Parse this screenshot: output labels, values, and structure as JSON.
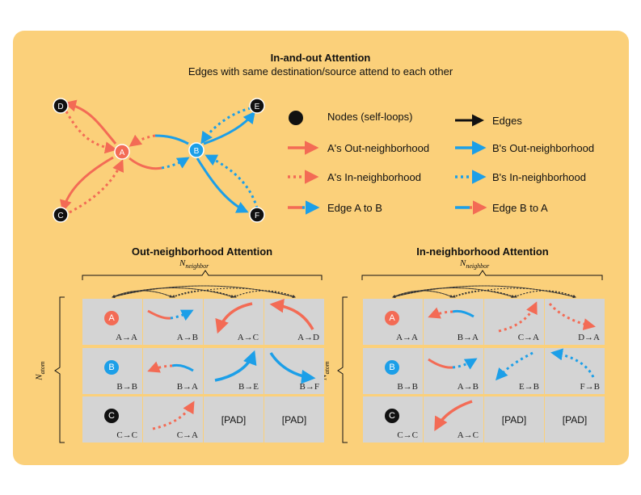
{
  "header": {
    "title": "In-and-out Attention",
    "subtitle": "Edges with same destination/source attend to each other"
  },
  "graph": {
    "nodes": [
      {
        "id": "A",
        "color": "#f36b55"
      },
      {
        "id": "B",
        "color": "#1c9fe8"
      },
      {
        "id": "C",
        "color": "#111111"
      },
      {
        "id": "D",
        "color": "#111111"
      },
      {
        "id": "E",
        "color": "#111111"
      },
      {
        "id": "F",
        "color": "#111111"
      }
    ]
  },
  "legend": {
    "nodes": "Nodes (self-loops)",
    "edges": "Edges",
    "a_out": "A's Out-neighborhood",
    "b_out": "B's Out-neighborhood",
    "a_in": "A's In-neighborhood",
    "b_in": "B's In-neighborhood",
    "a_to_b": "Edge A to B",
    "b_to_a": "Edge B to A"
  },
  "colors": {
    "a": "#f36b55",
    "b": "#1c9fe8",
    "panel": "#fbd07a",
    "cell": "#d4d4d4"
  },
  "out_section": {
    "title": "Out-neighborhood Attention",
    "x_axis": "N",
    "x_axis_sub": "neighbor",
    "y_axis": "N",
    "y_axis_sub": "atom",
    "rows": [
      [
        "A→A",
        "A→B",
        "A→C",
        "A→D"
      ],
      [
        "B→B",
        "B→A",
        "B→E",
        "B→F"
      ],
      [
        "C→C",
        "C→A",
        "[PAD]",
        "[PAD]"
      ]
    ]
  },
  "in_section": {
    "title": "In-neighborhood Attention",
    "x_axis": "N",
    "x_axis_sub": "neighbor",
    "y_axis": "N",
    "y_axis_sub": "atom",
    "rows": [
      [
        "A→A",
        "B→A",
        "C→A",
        "D→A"
      ],
      [
        "B→B",
        "A→B",
        "E→B",
        "F→B"
      ],
      [
        "C→C",
        "A→C",
        "[PAD]",
        "[PAD]"
      ]
    ]
  }
}
